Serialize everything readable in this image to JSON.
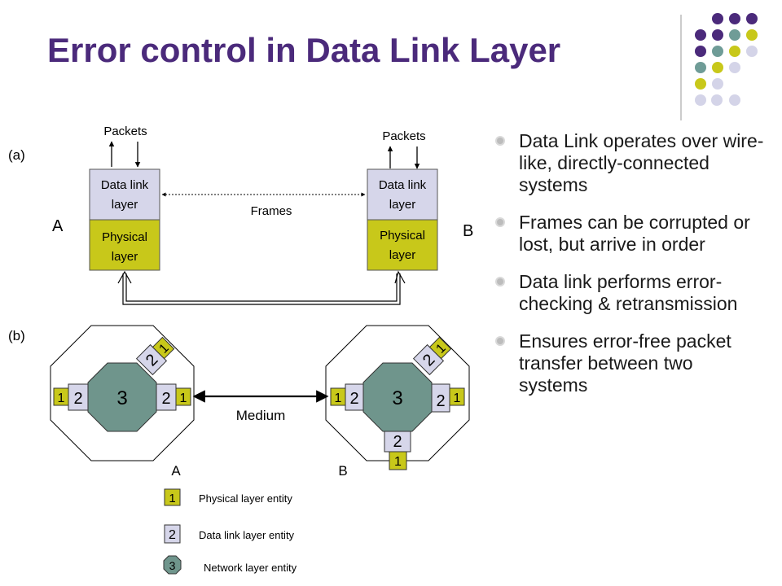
{
  "title": "Error control in Data Link Layer",
  "bullets": [
    "Data Link operates over wire-like, directly-connected systems",
    "Frames can be corrupted or lost, but arrive in order",
    "Data link performs error-checking & retransmission",
    "Ensures error-free packet transfer between two systems"
  ],
  "diagram_a": {
    "label": "(a)",
    "left_node": "A",
    "right_node": "B",
    "packets_left": "Packets",
    "packets_right": "Packets",
    "dll_line1": "Data link",
    "dll_line2": "layer",
    "phy_line1": "Physical",
    "phy_line2": "layer",
    "frames": "Frames"
  },
  "diagram_b": {
    "label": "(b)",
    "medium": "Medium",
    "node_a": "A",
    "node_b": "B",
    "net": "3",
    "dll": "2",
    "phy": "1"
  },
  "legend": [
    {
      "symbol": "1",
      "text": "Physical layer entity"
    },
    {
      "symbol": "2",
      "text": "Data link layer entity"
    },
    {
      "symbol": "3",
      "text": "Network layer entity"
    }
  ],
  "colors": {
    "title": "#4b2a7b",
    "dll_box": "#d6d6ea",
    "phy_box": "#c8c81a",
    "net_octagon": "#6f958c",
    "deco_purple": "#4b2a7b",
    "deco_teal": "#6f9c97",
    "deco_yellow": "#c8c81a",
    "deco_lavender": "#d4d4e8"
  }
}
